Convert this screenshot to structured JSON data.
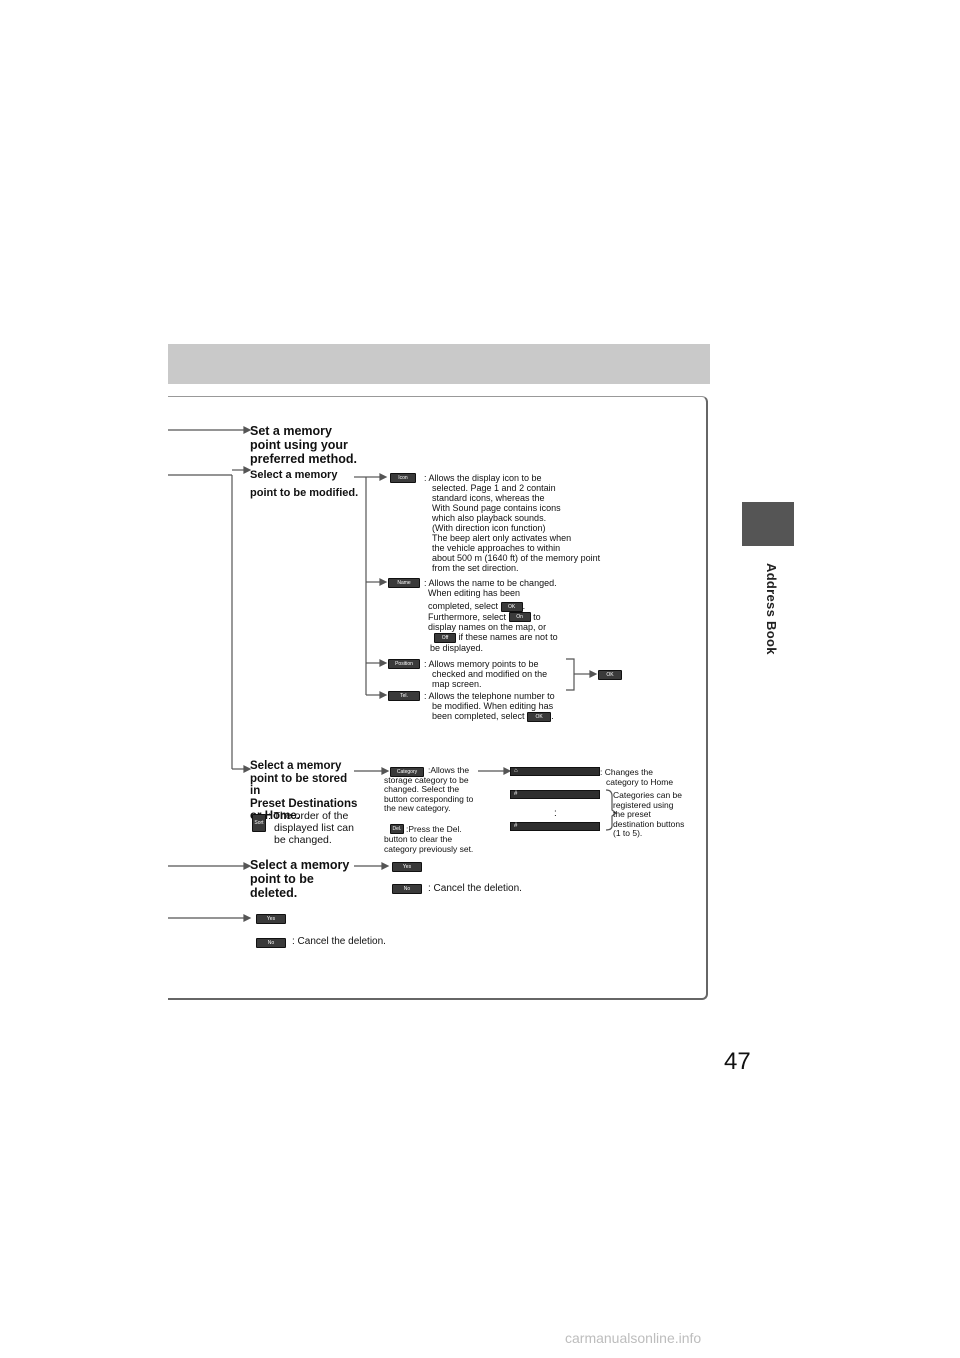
{
  "sidebar_tab": {
    "label": "Address Book"
  },
  "page_number": "47",
  "watermark": "carmanualsonline.info",
  "steps": {
    "set": [
      "Set a memory",
      "point using your",
      "preferred method."
    ],
    "modify": [
      "Select a memory",
      "point to be modified."
    ],
    "store": [
      "Select a memory",
      "point to be stored in",
      "Preset Destinations",
      "or Home."
    ],
    "store_sort_desc": [
      ": The order of the",
      "displayed list can",
      "be changed."
    ],
    "delete": [
      "Select a memory",
      "point to be",
      "deleted."
    ]
  },
  "buttons": {
    "icon": "Icon",
    "name": "Name",
    "position": "Position",
    "tel": "Tel.",
    "ok": "OK",
    "on": "On",
    "off": "Off",
    "category": "Category",
    "del": "Del.",
    "sort": "Sort",
    "yes": "Yes",
    "no": "No",
    "home_glyph": "⌂",
    "preset_glyph": "#"
  },
  "desc": {
    "icon": [
      ": Allows the display icon to be",
      "selected. Page 1 and 2 contain",
      "standard icons, whereas the",
      "With Sound page contains icons",
      "which also playback sounds.",
      "(With direction icon function)",
      "The beep alert only activates when",
      "the vehicle approaches to within",
      "about 500 m (1640 ft) of the memory point",
      "from the set direction."
    ],
    "name": [
      ": Allows the name to be changed.",
      "When editing has been"
    ],
    "name_completed": "completed, select",
    "name_furthermore": "Furthermore, select",
    "name_to": "to",
    "name_display": "display names on the map, or",
    "name_if": "if these names are not to",
    "name_be": "be displayed.",
    "position": [
      ": Allows memory points to be",
      "checked and modified on the",
      "map screen."
    ],
    "tel": [
      ": Allows the telephone number to",
      "be modified. When editing has"
    ],
    "tel_completed": "been completed, select",
    "period": ".",
    "category": [
      ":Allows the",
      "storage category to be",
      "changed. Select the",
      "button corresponding to",
      "the new category."
    ],
    "del": [
      ":Press the Del.",
      "button to clear the",
      "category previously set."
    ],
    "home": [
      ": Changes the",
      "category to Home"
    ],
    "preset": [
      "Categories can be",
      "registered using",
      "the preset",
      "destination buttons",
      "(1 to 5)."
    ],
    "colon": ":",
    "cancel_inner": ":  Cancel the deletion.",
    "cancel_outer": ": Cancel the deletion."
  }
}
